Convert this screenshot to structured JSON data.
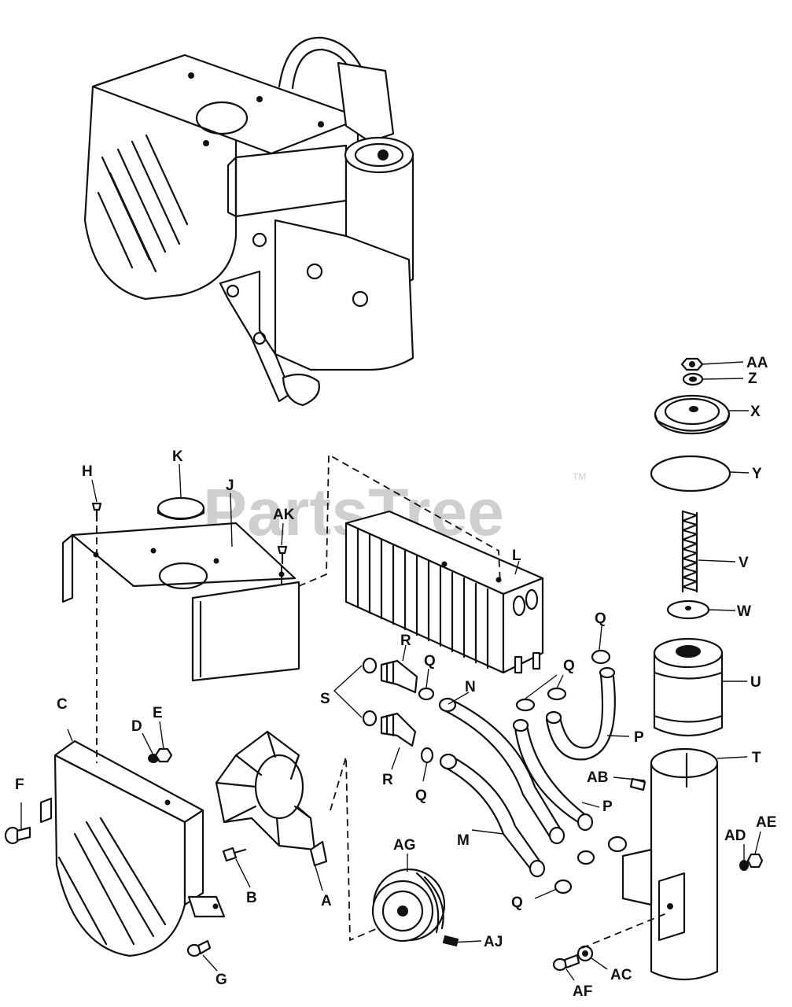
{
  "watermark": {
    "text": "PartsTree",
    "tm": "TM"
  },
  "labels": {
    "A": "A",
    "B": "B",
    "C": "C",
    "D": "D",
    "E": "E",
    "F": "F",
    "G": "G",
    "H": "H",
    "J": "J",
    "K": "K",
    "L": "L",
    "M": "M",
    "N": "N",
    "P": "P",
    "Q": "Q",
    "R": "R",
    "S": "S",
    "T": "T",
    "U": "U",
    "V": "V",
    "W": "W",
    "X": "X",
    "Y": "Y",
    "Z": "Z",
    "AA": "AA",
    "AB": "AB",
    "AC": "AC",
    "AD": "AD",
    "AE": "AE",
    "AF": "AF",
    "AG": "AG",
    "AJ": "AJ",
    "AK": "AK"
  }
}
